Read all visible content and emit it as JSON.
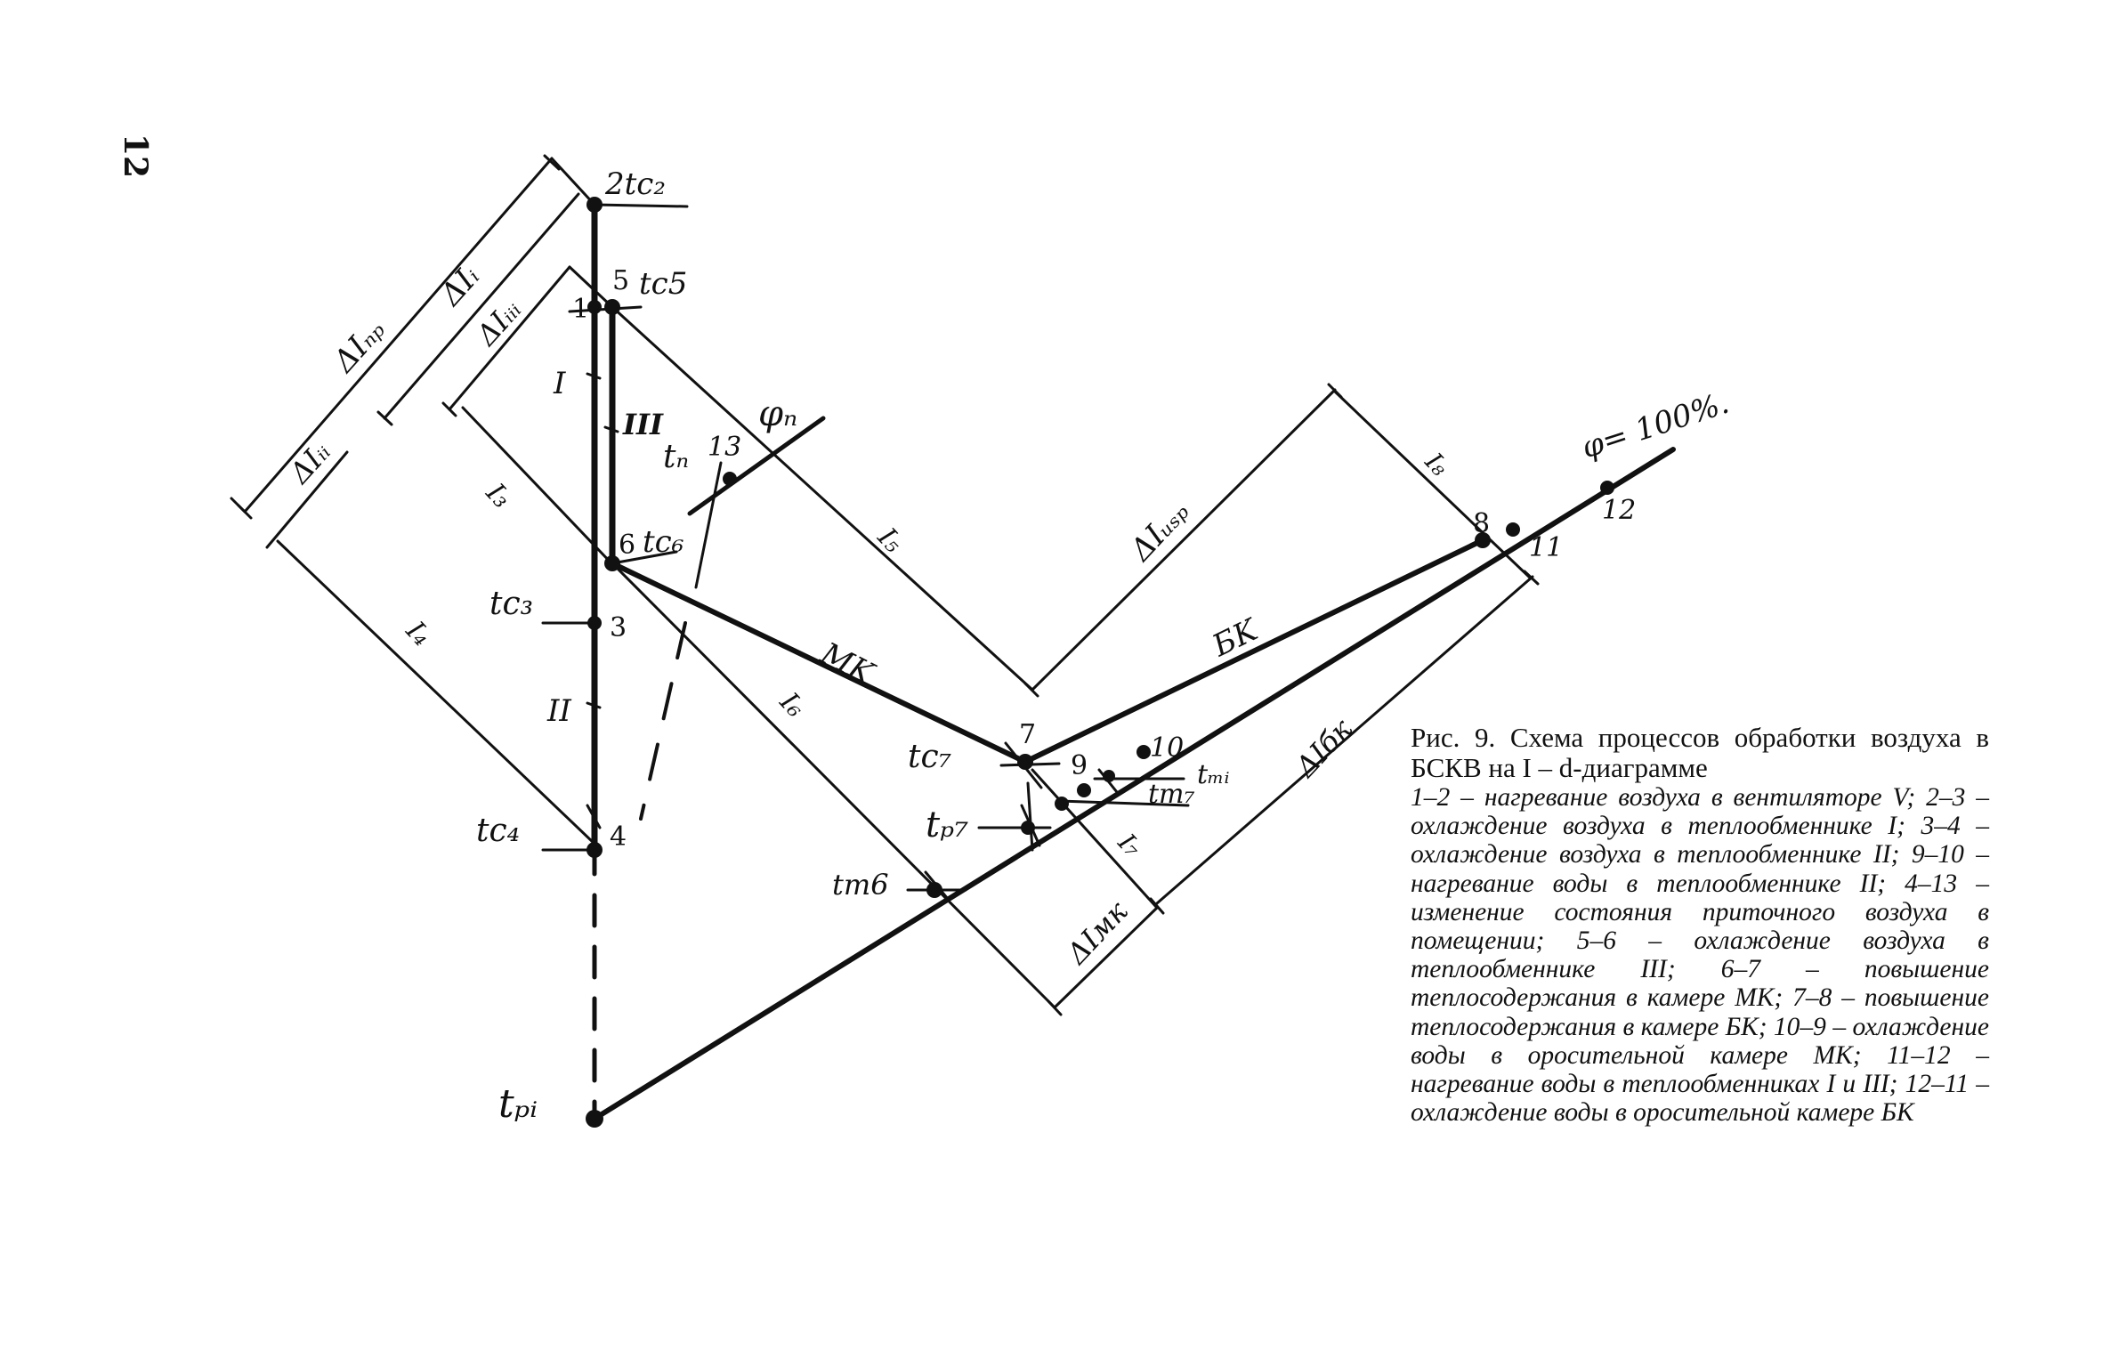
{
  "page_number": "12",
  "diagram": {
    "point_labels": [
      "1",
      "2",
      "3",
      "4",
      "5",
      "6",
      "7",
      "8",
      "9",
      "10",
      "11",
      "12",
      "13"
    ],
    "point_tag": {
      "p2": "2tc₂",
      "p5": "tc5",
      "p6": "tc₆",
      "p3": "tc₃",
      "p4": "tc₄",
      "p7": "tc₇",
      "p13": "tₙ",
      "pri": "tₚᵢ",
      "tp7": "tₚ₇",
      "tm6": "tm6",
      "tm7": "tm₇",
      "tmi": "tₘᵢ"
    },
    "process_labels": {
      "stage1": "I",
      "stage2": "II",
      "stage3": "III",
      "mk": "MK",
      "bk": "БK"
    },
    "phi_n": "φₙ",
    "phi_100": "φ= 100%.",
    "dim_labels": {
      "dI_pr": "ΔIₙₚ",
      "dI_I": "ΔIᵢ",
      "dI_III": "ΔIᵢᵢᵢ",
      "dI_II": "ΔIᵢᵢ",
      "I3": "I₃",
      "I4": "I₄",
      "I5": "I₅",
      "I6": "I₆",
      "I7": "I₇",
      "I8": "I₈",
      "dI_isp": "ΔIᵤₛₚ",
      "dI_bk": "ΔIбк",
      "dI_mk": "ΔIмк"
    }
  },
  "caption": {
    "title": "Рис. 9. Схема процессов обработки воздуха в БСКВ на I – d-диаграмме",
    "body": "1–2 – нагревание воздуха в вентиляторе V; 2–3 – охлаждение воздуха в теплообменнике I; 3–4 – охлаждение воздуха в теплообменнике II; 9–10 – нагревание воды в теплообменнике II; 4–13 – изменение состояния приточного воздуха в помещении; 5–6 – охлаждение воздуха в теплообменнике III; 6–7 – повышение теплосодержания в камере МК; 7–8 – повышение теплосодержания в камере БК; 10–9 – охлаждение воды в оросительной камере МК; 11–12 – нагревание воды в теплообменниках I и III; 12–11 – охлаждение воды в оросительной камере БК"
  }
}
